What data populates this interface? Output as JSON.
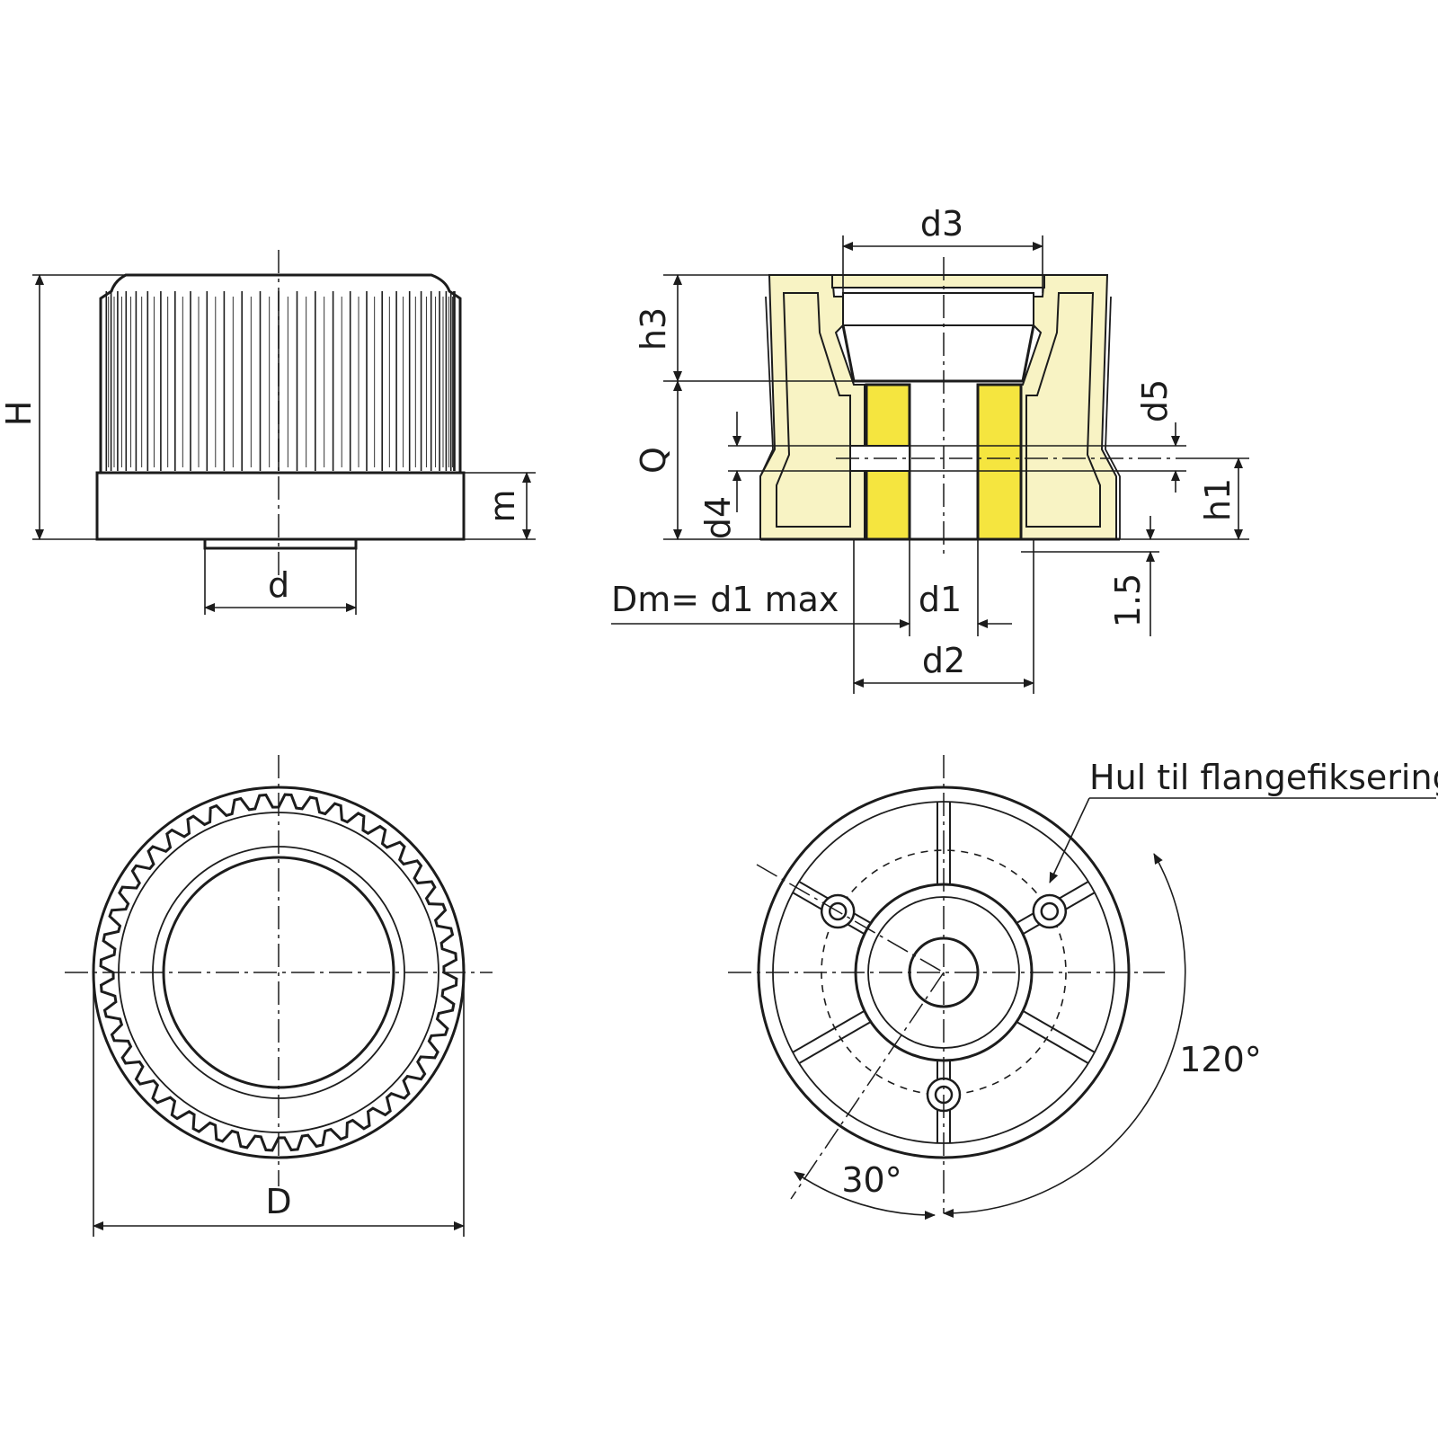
{
  "labels": {
    "H": "H",
    "m": "m",
    "d": "d",
    "d3": "d3",
    "h3": "h3",
    "d5": "d5",
    "Q": "Q",
    "d4": "d4",
    "h1": "h1",
    "Dm": "Dm= d1 max",
    "d1": "d1",
    "s15": "1.5",
    "d2": "d2",
    "D": "D",
    "callout": "Hul til flangefiksering",
    "a120": "120°",
    "a30": "30°"
  },
  "colors": {
    "line": "#1c1c1c",
    "section_fill": "#f8f3c4",
    "insert_fill": "#f5e53f",
    "background": "#ffffff"
  }
}
